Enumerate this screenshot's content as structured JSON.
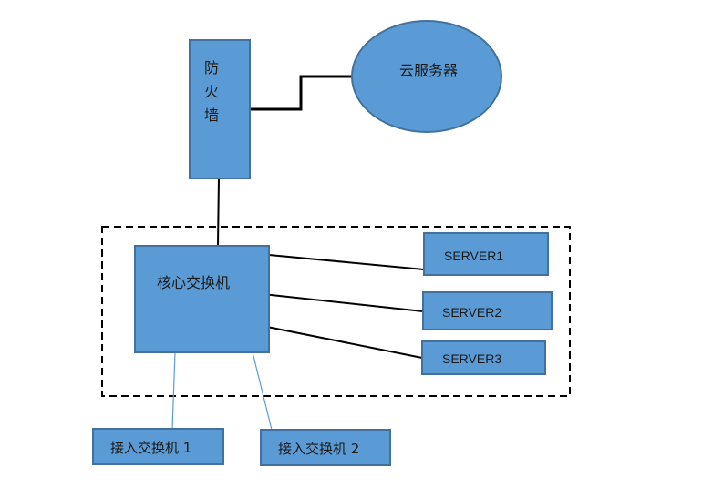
{
  "diagram": {
    "title": "network-topology",
    "colors": {
      "node_fill": "#5b9bd5",
      "node_border": "#41719c",
      "link": "#000000",
      "access_link": "#5b9bd5"
    },
    "nodes": {
      "firewall": {
        "label_chars": [
          "防",
          "火",
          "墙"
        ]
      },
      "cloud": {
        "label": "云服务器"
      },
      "core_switch": {
        "label": "核心交换机"
      },
      "servers": [
        {
          "label": "SERVER1"
        },
        {
          "label": "SERVER2"
        },
        {
          "label": "SERVER3"
        }
      ],
      "access_switches": [
        {
          "label": "接入交换机 1"
        },
        {
          "label": "接入交换机 2"
        }
      ]
    },
    "edges": [
      {
        "from": "firewall",
        "to": "cloud"
      },
      {
        "from": "firewall",
        "to": "core_switch"
      },
      {
        "from": "core_switch",
        "to": "SERVER1"
      },
      {
        "from": "core_switch",
        "to": "SERVER2"
      },
      {
        "from": "core_switch",
        "to": "SERVER3"
      },
      {
        "from": "core_switch",
        "to": "接入交换机 1"
      },
      {
        "from": "core_switch",
        "to": "接入交换机 2"
      }
    ],
    "groups": [
      {
        "name": "core-zone",
        "style": "dashed"
      }
    ]
  }
}
